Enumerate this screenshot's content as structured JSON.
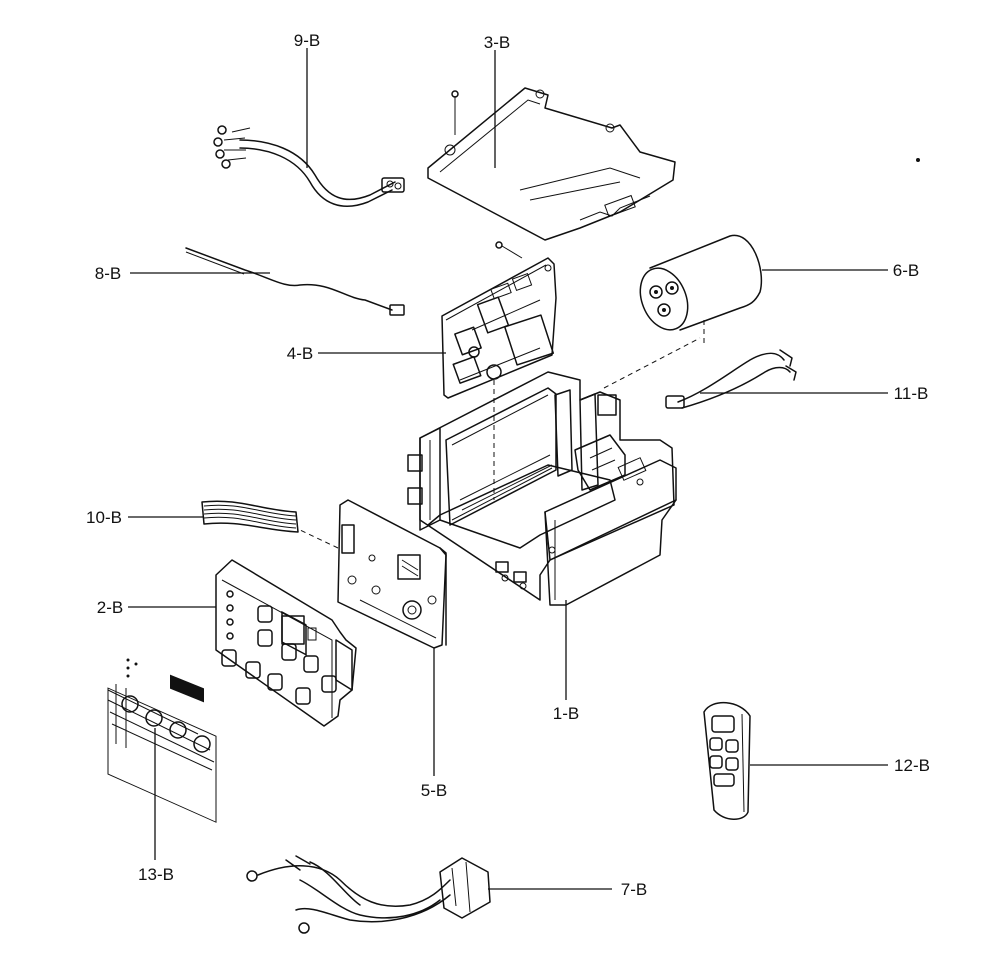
{
  "diagram": {
    "parts": [
      {
        "id": "9-B"
      },
      {
        "id": "3-B"
      },
      {
        "id": "8-B"
      },
      {
        "id": "6-B"
      },
      {
        "id": "4-B"
      },
      {
        "id": "11-B"
      },
      {
        "id": "10-B"
      },
      {
        "id": "2-B"
      },
      {
        "id": "1-B"
      },
      {
        "id": "5-B"
      },
      {
        "id": "12-B"
      },
      {
        "id": "13-B"
      },
      {
        "id": "7-B"
      }
    ]
  }
}
